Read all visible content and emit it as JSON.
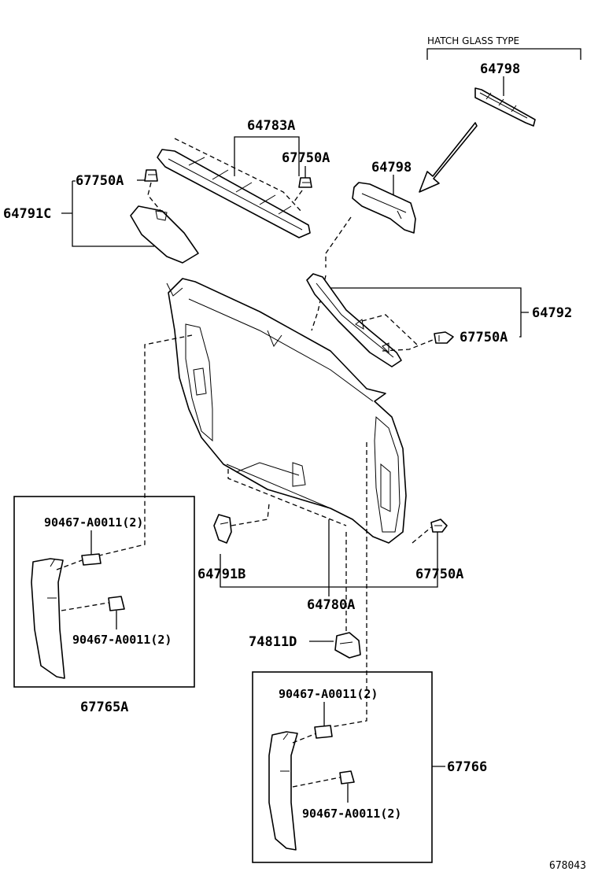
{
  "note": "HATCH GLASS TYPE",
  "figure_number": "678043",
  "parts": {
    "p64798_hatch": "64798",
    "p64798": "64798",
    "p64783A": "64783A",
    "p67750A_upper_right": "67750A",
    "p67750A_upper_left": "67750A",
    "p64791C": "64791C",
    "p64792": "64792",
    "p67750A_right": "67750A",
    "p67750A_lower": "67750A",
    "p64791B": "64791B",
    "p64780A": "64780A",
    "p74811D": "74811D",
    "p67765A": "67765A",
    "p67766": "67766",
    "clip_left_top": "90467-A0011(2)",
    "clip_left_bottom": "90467-A0011(2)",
    "clip_right_top": "90467-A0011(2)",
    "clip_right_bottom": "90467-A0011(2)"
  },
  "colors": {
    "line": "#000000",
    "background": "#ffffff"
  },
  "icons": {
    "direction": "arrow-icon",
    "fastener": "clip-icon"
  }
}
